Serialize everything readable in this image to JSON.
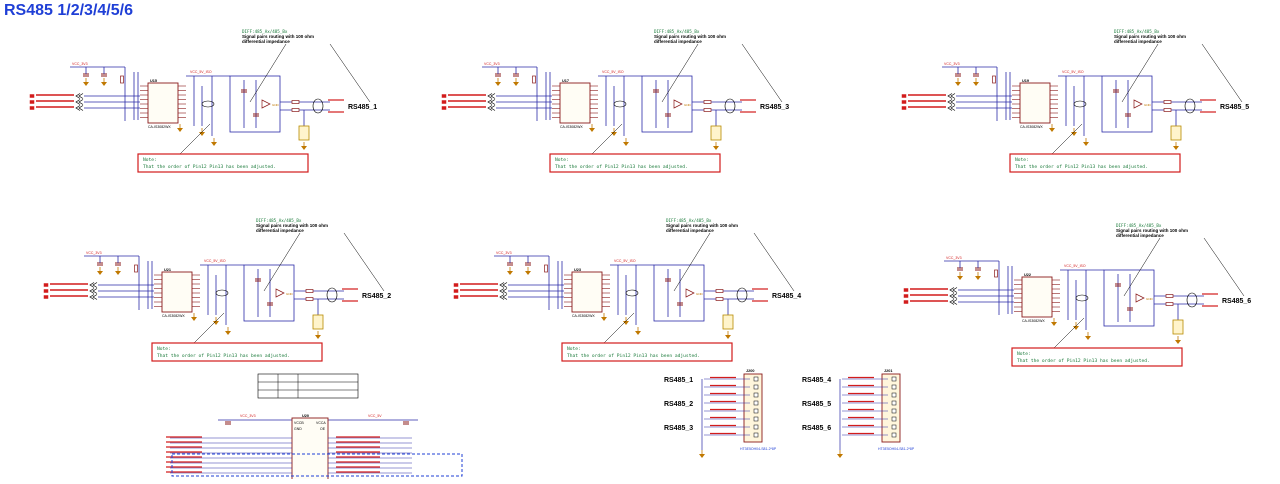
{
  "page_title": "RS485 1/2/3/4/5/6",
  "colors": {
    "wire": "#2a2aa8",
    "part": "#8a1a1a",
    "label": "#d21c1c",
    "note_box": "#d21c1c",
    "note_text": "#1a7a3a",
    "ground": "#c07800",
    "title": "#1f3fd6",
    "dashed": "#1f3fd6"
  },
  "circuits": [
    {
      "label": "RS485_1",
      "diff_note": "DIFF:485_Ax/485_Bx",
      "routing_1": "Signal pairs routing with 100 ohm",
      "routing_2": "differential impedance",
      "note_title": "Note:",
      "note_body": "That the order of Pin12 Pin13 has been adjusted.",
      "ic": "U15",
      "ic_part": "CA-IS3082WX"
    },
    {
      "label": "RS485_3",
      "diff_note": "DIFF:485_Ax/485_Bx",
      "routing_1": "Signal pairs routing with 100 ohm",
      "routing_2": "differential impedance",
      "note_title": "Note:",
      "note_body": "That the order of Pin12 Pin13 has been adjusted.",
      "ic": "U17",
      "ic_part": "CA-IS3082WX"
    },
    {
      "label": "RS485_5",
      "diff_note": "DIFF:485_Ax/485_Bx",
      "routing_1": "Signal pairs routing with 100 ohm",
      "routing_2": "differential impedance",
      "note_title": "Note:",
      "note_body": "That the order of Pin12 Pin13 has been adjusted.",
      "ic": "U19",
      "ic_part": "CA-IS3082WX"
    },
    {
      "label": "RS485_2",
      "diff_note": "DIFF:485_Ax/485_Bx",
      "routing_1": "Signal pairs routing with 100 ohm",
      "routing_2": "differential impedance",
      "note_title": "Note:",
      "note_body": "That the order of Pin12 Pin13 has been adjusted.",
      "ic": "U21",
      "ic_part": "CA-IS3082WX"
    },
    {
      "label": "RS485_4",
      "diff_note": "DIFF:485_Ax/485_Bx",
      "routing_1": "Signal pairs routing with 100 ohm",
      "routing_2": "differential impedance",
      "note_title": "Note:",
      "note_body": "That the order of Pin12 Pin13 has been adjusted.",
      "ic": "U23",
      "ic_part": "CA-IS3082WX"
    },
    {
      "label": "RS485_6",
      "diff_note": "DIFF:485_Ax/485_Bx",
      "routing_1": "Signal pairs routing with 100 ohm",
      "routing_2": "differential impedance",
      "note_title": "Note:",
      "note_body": "That the order of Pin12 Pin13 has been adjusted.",
      "ic": "U22",
      "ic_part": "CA-IS3082WX"
    }
  ],
  "connectors": [
    {
      "ref": "J200",
      "part": "HT3E5OH04-S81-2*8P",
      "labels": [
        "RS485_1",
        "RS485_2",
        "RS485_3"
      ]
    },
    {
      "ref": "J201",
      "part": "HT3E5OH04-S81-2*8P",
      "labels": [
        "RS485_4",
        "RS485_5",
        "RS485_6"
      ]
    }
  ],
  "level_shift": {
    "ic": "U20",
    "pin_a": "VCCA",
    "pin_b": "VCCB",
    "gnd": "GND",
    "oe": "OE"
  }
}
